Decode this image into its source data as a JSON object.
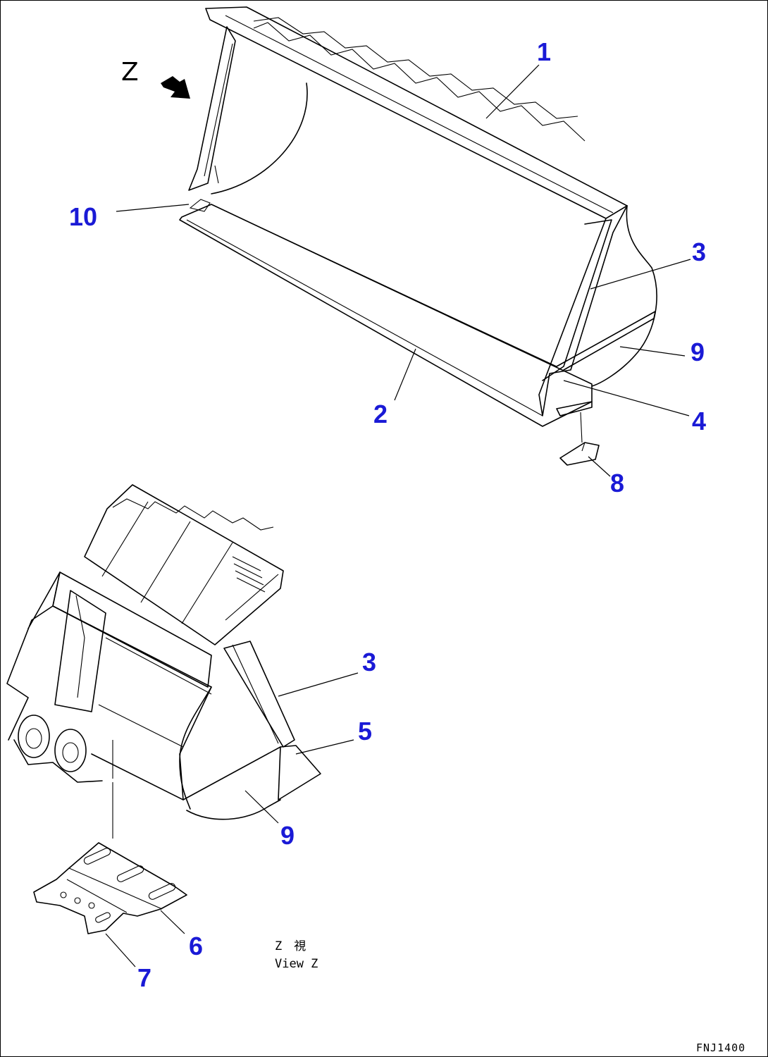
{
  "view_marker": {
    "letter": "Z"
  },
  "view_caption": {
    "jp": "Z　視",
    "en": "View Z"
  },
  "drawing_code": "FNJ1400",
  "callouts": [
    {
      "id": "c1",
      "label": "1"
    },
    {
      "id": "c2",
      "label": "2"
    },
    {
      "id": "c3a",
      "label": "3"
    },
    {
      "id": "c4",
      "label": "4"
    },
    {
      "id": "c8",
      "label": "8"
    },
    {
      "id": "c9a",
      "label": "9"
    },
    {
      "id": "c10",
      "label": "10"
    },
    {
      "id": "c3b",
      "label": "3"
    },
    {
      "id": "c5",
      "label": "5"
    },
    {
      "id": "c6",
      "label": "6"
    },
    {
      "id": "c7",
      "label": "7"
    },
    {
      "id": "c9b",
      "label": "9"
    }
  ],
  "colors": {
    "callout": "#1a1ad6",
    "line": "#000000"
  }
}
